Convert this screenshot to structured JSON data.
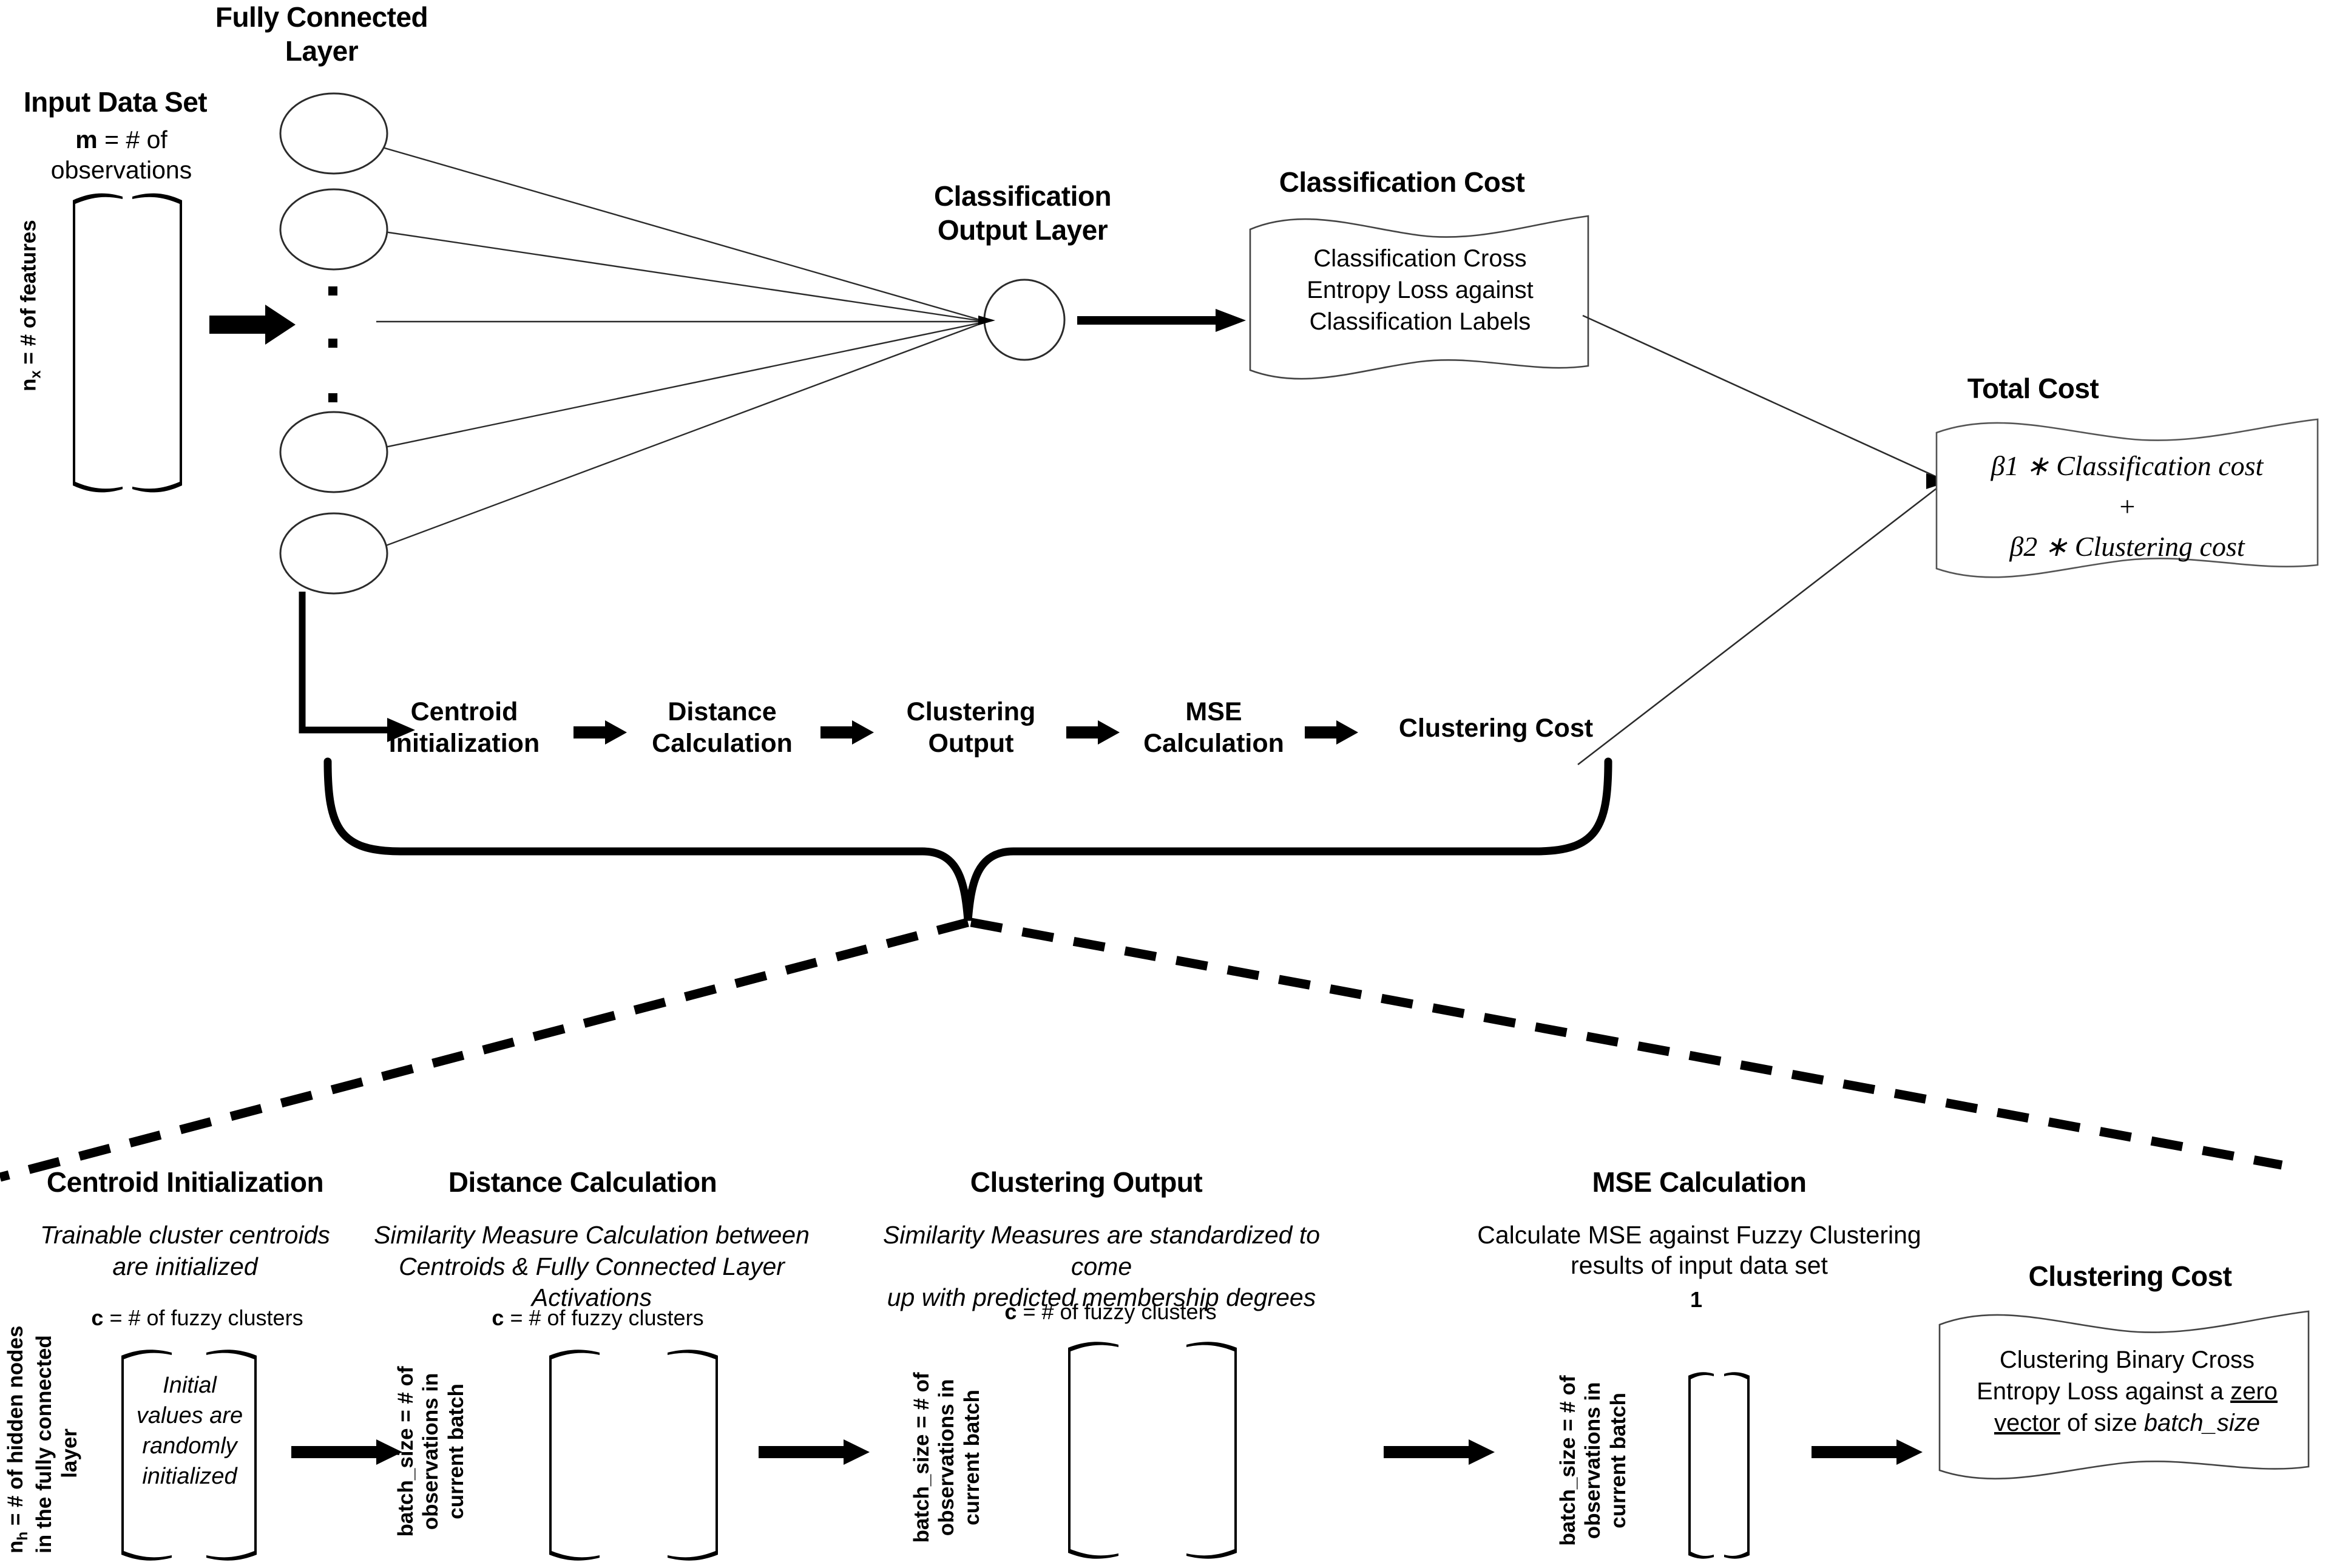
{
  "top": {
    "input": {
      "title": "Input Data Set",
      "dim_top_bold": "m",
      "dim_top_rest": " = # of",
      "dim_top_line2": "observations",
      "dim_left_bold": "n",
      "dim_left_sub": "x",
      "dim_left_rest": " = # of features"
    },
    "fc_layer": {
      "title_line1": "Fully Connected",
      "title_line2": "Layer"
    },
    "output_layer": {
      "title_line1": "Classification",
      "title_line2": "Output Layer"
    },
    "classification_cost": {
      "title": "Classification Cost",
      "body_line1": "Classification Cross",
      "body_line2": "Entropy Loss against",
      "body_line3": "Classification Labels"
    },
    "total_cost": {
      "title": "Total  Cost",
      "line1": "β1 ∗ Classification cost",
      "line2": "+",
      "line3": "β2 ∗  Clustering cost"
    }
  },
  "pipeline": {
    "steps": [
      {
        "line1": "Centroid",
        "line2": "Initialization"
      },
      {
        "line1": "Distance",
        "line2": "Calculation"
      },
      {
        "line1": "Clustering",
        "line2": "Output"
      },
      {
        "line1": "MSE",
        "line2": "Calculation"
      },
      {
        "line1": "Clustering Cost",
        "line2": ""
      }
    ]
  },
  "detail": {
    "columns": [
      {
        "title": "Centroid Initialization",
        "desc_line1": "Trainable cluster centroids",
        "desc_line2": "are initialized",
        "top_dim_bold": "c",
        "top_dim_rest": " = # of fuzzy clusters",
        "side_dim_bold": "n",
        "side_dim_sub": "h",
        "side_dim_rest": " = # of hidden nodes",
        "side_dim_line2": "in the fully connected",
        "side_dim_line3": "layer",
        "matrix_text_line1": "Initial",
        "matrix_text_line2": "values are",
        "matrix_text_line3": "randomly",
        "matrix_text_line4": "initialized"
      },
      {
        "title": "Distance Calculation",
        "desc_line1": "Similarity Measure Calculation between",
        "desc_line2": "Centroids & Fully Connected  Layer Activations",
        "top_dim_bold": "c",
        "top_dim_rest": " = # of fuzzy clusters",
        "side_dim_bold": "batch_size",
        "side_dim_rest": " = # of",
        "side_dim_line2": "observations in",
        "side_dim_line3": "current batch",
        "matrix_text_line1": "",
        "matrix_text_line2": "",
        "matrix_text_line3": "",
        "matrix_text_line4": ""
      },
      {
        "title": "Clustering Output",
        "desc_line1": "Similarity Measures are standardized to come",
        "desc_line2": "up with predicted membership degrees",
        "top_dim_bold": "c",
        "top_dim_rest": " = # of fuzzy clusters",
        "side_dim_bold": "batch_size",
        "side_dim_rest": " = # of",
        "side_dim_line2": "observations in",
        "side_dim_line3": "current batch",
        "matrix_text_line1": "",
        "matrix_text_line2": "",
        "matrix_text_line3": "",
        "matrix_text_line4": ""
      },
      {
        "title": "MSE Calculation",
        "desc_line1": "Calculate  MSE against Fuzzy Clustering",
        "desc_line2": "results of input data set",
        "top_dim_bold": "1",
        "top_dim_rest": "",
        "side_dim_bold": "batch_size",
        "side_dim_rest": " = # of",
        "side_dim_line2": "observations in",
        "side_dim_line3": "current batch",
        "matrix_text_line1": "",
        "matrix_text_line2": "",
        "matrix_text_line3": "",
        "matrix_text_line4": ""
      }
    ],
    "clustering_cost": {
      "title": "Clustering Cost",
      "body_line1": "Clustering Binary Cross",
      "body_line2a": "Entropy Loss against a  ",
      "body_line2b": "zero",
      "body_line3a": "vector",
      "body_line3b": " of size ",
      "body_line3c": "batch_size"
    }
  },
  "colors": {
    "ink": "#000000",
    "thin": "#3a3a3a"
  }
}
